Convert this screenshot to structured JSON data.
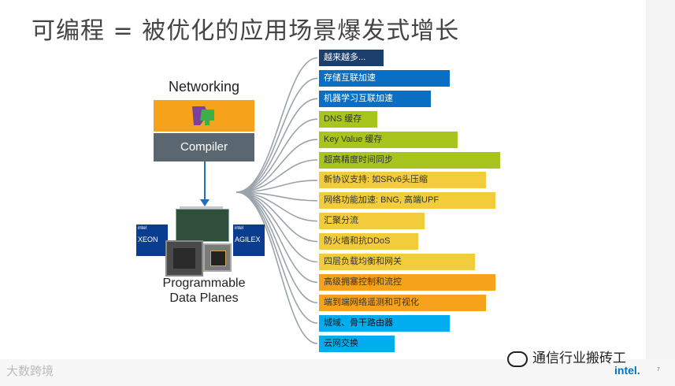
{
  "title": "可编程 = 被优化的应用场景爆发式增长",
  "left": {
    "networking_label": "Networking",
    "compiler_label": "Compiler",
    "xeon_chip": {
      "brand": "intel",
      "name": "XEON"
    },
    "agilex_chip": {
      "brand": "intel",
      "name": "AGILEX"
    },
    "data_planes_label_line1": "Programmable",
    "data_planes_label_line2": "Data Planes"
  },
  "colors": {
    "navy": "#1c3f6e",
    "blue": "#0a6fc2",
    "lime": "#a8c51e",
    "yellow": "#f2cc3b",
    "orange": "#f7a21b",
    "cyan": "#00aeef",
    "p4_orange": "#f7a21b",
    "compiler_gray": "#5b6770"
  },
  "bars": [
    {
      "label": "越来越多...",
      "color": "navy"
    },
    {
      "label": "存储互联加速",
      "color": "blue"
    },
    {
      "label": "机器学习互联加速",
      "color": "blue"
    },
    {
      "label": "DNS 缓存",
      "color": "lime"
    },
    {
      "label": "Key Value 缓存",
      "color": "lime"
    },
    {
      "label": "超高精度时间同步",
      "color": "lime"
    },
    {
      "label": "新协议支持: 如SRv6头压缩",
      "color": "yellow"
    },
    {
      "label": "网络功能加速: BNG, 高端UPF",
      "color": "yellow"
    },
    {
      "label": "汇聚分流",
      "color": "yellow"
    },
    {
      "label": "防火墙和抗DDoS",
      "color": "yellow"
    },
    {
      "label": "四层负载均衡和网关",
      "color": "yellow"
    },
    {
      "label": "高级拥塞控制和流控",
      "color": "orange"
    },
    {
      "label": "端到端网络遥测和可视化",
      "color": "orange"
    },
    {
      "label": "城域、骨干路由器",
      "color": "cyan"
    },
    {
      "label": "云网交换",
      "color": "cyan"
    }
  ],
  "footer": {
    "watermark_left": "大数跨境",
    "watermark_right": "通信行业搬砖工",
    "intel_logo": "intel.",
    "page_number": "7"
  }
}
